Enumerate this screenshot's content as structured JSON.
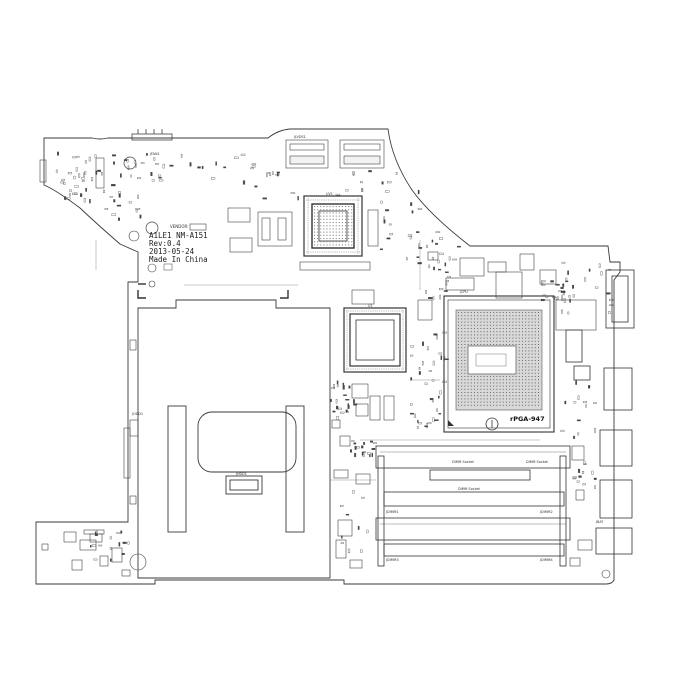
{
  "silkscreen": {
    "board_name": "A1LE1  NM-A151",
    "revision": "Rev:0.4",
    "date": "2013-05-24",
    "origin": "Made In China",
    "vendor_label": "VENDOR:"
  },
  "cpu_socket": {
    "label": "rPGA-947"
  },
  "component_labels": {
    "cpu_socket_top": "JCPU",
    "dimm_top": "DIMM Socket",
    "dimm_top_right": "DIMM Socket",
    "dimm_bottom": "DIMM Socket",
    "jdimm1": "JDIMM1",
    "jdimm2": "JDIMM2",
    "jdimm3": "JDIMM3",
    "jdimm4": "JDIMM4",
    "jbat": "JBAT",
    "jodd": "JODD1",
    "jfan": "JFAN1",
    "jlcd": "JLVDS1",
    "jhdd": "JHDD1",
    "u_vga": "UV1",
    "u_pch": "U1"
  },
  "colors": {
    "board_fill": "#ffffff",
    "outline": "#3a3a3a",
    "trace": "#555555",
    "pad": "#444444",
    "bga_dark": "#777777"
  }
}
